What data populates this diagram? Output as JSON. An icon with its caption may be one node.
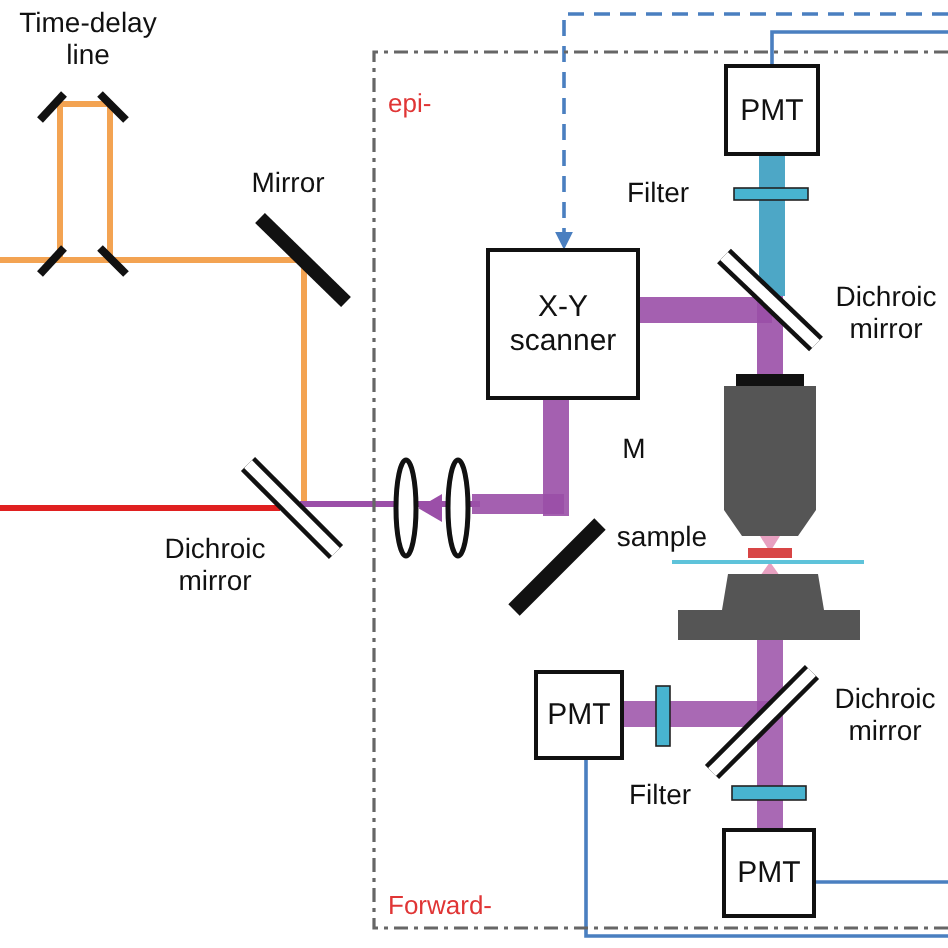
{
  "diagram": {
    "nodes": [
      {
        "text": [
          "epi-",
          "Forward-"
        ]
      },
      {
        "text": [
          "PMT"
        ],
        "in": 0
      },
      {
        "text": [
          "X-Y scanner"
        ],
        "in": 0
      },
      {
        "text": [
          "PMT"
        ],
        "in": 0
      },
      {
        "text": [
          "PMT"
        ],
        "in": 0
      }
    ],
    "edges": [
      {
        "from": null,
        "to": 2,
        "arrow": "to",
        "style": "dashed"
      },
      {
        "from": 1,
        "to": null,
        "arrow": "none"
      },
      {
        "from": 3,
        "to": null,
        "arrow": "none"
      },
      {
        "from": 4,
        "to": null,
        "arrow": "none"
      }
    ],
    "labels": [
      "Time-delay line",
      "Filter",
      "Mirror",
      "Dichroic mirror",
      "M",
      "Dichroic mirror",
      "sample",
      "Dichroic mirror",
      "Filter"
    ]
  }
}
